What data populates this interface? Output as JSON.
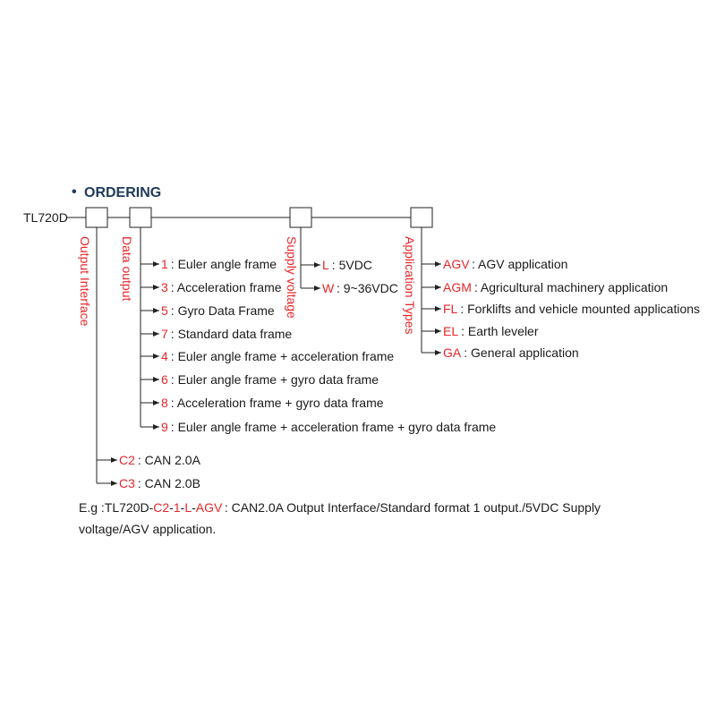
{
  "heading": {
    "bullet": "•",
    "title": "ORDERING"
  },
  "model": "TL720D",
  "groups": {
    "output_interface": {
      "label": "Output Interface",
      "options": [
        {
          "code": "C2",
          "desc": ": CAN 2.0A"
        },
        {
          "code": "C3",
          "desc": ": CAN 2.0B"
        }
      ]
    },
    "data_output": {
      "label": "Data output",
      "options": [
        {
          "code": "1",
          "desc": ": Euler angle frame"
        },
        {
          "code": "3",
          "desc": ": Acceleration frame"
        },
        {
          "code": "5",
          "desc": ": Gyro Data Frame"
        },
        {
          "code": "7",
          "desc": ": Standard data frame"
        },
        {
          "code": "4",
          "desc": ": Euler angle frame + acceleration frame"
        },
        {
          "code": "6",
          "desc": ": Euler angle frame + gyro data frame"
        },
        {
          "code": "8",
          "desc": ": Acceleration frame + gyro data frame"
        },
        {
          "code": "9",
          "desc": ": Euler angle frame + acceleration frame + gyro data frame"
        }
      ]
    },
    "supply_voltage": {
      "label": "Supply voltage",
      "options": [
        {
          "code": "L",
          "desc": ": 5VDC"
        },
        {
          "code": "W",
          "desc": ": 9~36VDC"
        }
      ]
    },
    "application_types": {
      "label": "Application Types",
      "options": [
        {
          "code": "AGV",
          "desc": ": AGV application"
        },
        {
          "code": "AGM",
          "desc": ": Agricultural machinery application"
        },
        {
          "code": "FL",
          "desc": ": Forklifts and vehicle mounted applications"
        },
        {
          "code": "EL",
          "desc": ": Earth leveler"
        },
        {
          "code": "GA",
          "desc": ": General application"
        }
      ]
    }
  },
  "example": {
    "prefix": "E.g :TL720D-",
    "codes": [
      "C2",
      "1",
      "L",
      "AGV"
    ],
    "separator": "-",
    "desc_line1": ": CAN2.0A Output Interface/Standard format 1 output./5VDC Supply",
    "desc_line2": "voltage/AGV application."
  },
  "colors": {
    "accent": "#e8262a",
    "heading": "#1e3a5c",
    "text": "#1a1a1a",
    "line": "#222222"
  }
}
